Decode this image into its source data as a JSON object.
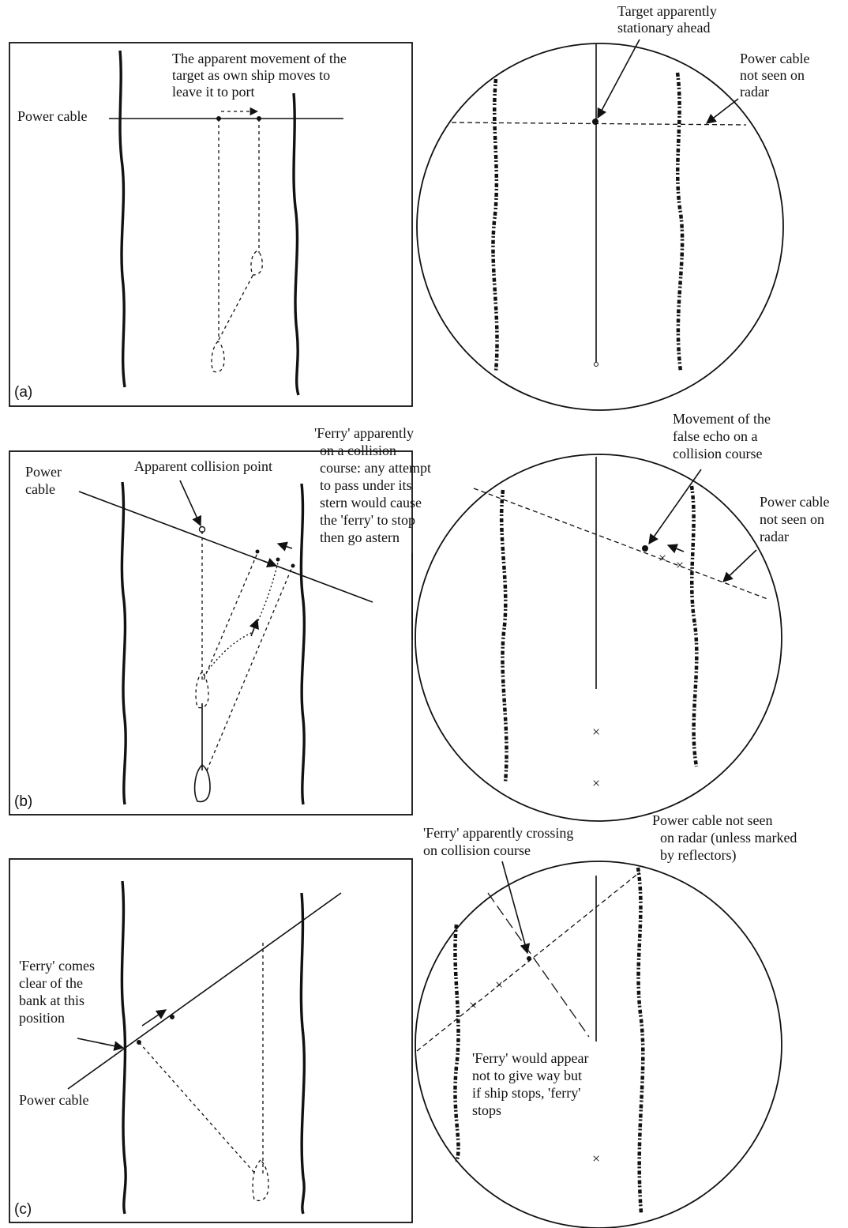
{
  "panels": [
    {
      "id": "a",
      "panel_label": "(a)",
      "power_cable_label": "Power cable",
      "apparent_movement_label": [
        "The apparent movement of the",
        "target as own ship moves to",
        "leave it to port"
      ],
      "target_label": [
        "Target apparently",
        "stationary ahead"
      ],
      "cable_not_seen_label": [
        "Power cable",
        "not seen on",
        "radar"
      ]
    },
    {
      "id": "b",
      "panel_label": "(b)",
      "power_cable_label": [
        "Power",
        "cable"
      ],
      "collision_point_label": "Apparent collision point",
      "ferry_label": [
        "'Ferry' apparently",
        "on a collision",
        "course: any attempt",
        "to pass under its",
        "stern would cause",
        "the 'ferry' to stop",
        "then go astern"
      ],
      "false_echo_label": [
        "Movement of the",
        "false echo on a",
        "collision course"
      ],
      "cable_not_seen_label": [
        "Power cable",
        "not seen on",
        "radar"
      ]
    },
    {
      "id": "c",
      "panel_label": "(c)",
      "power_cable_label": "Power cable",
      "ferry_clear_label": [
        "'Ferry' comes",
        "clear of the",
        "bank at this",
        "position"
      ],
      "ferry_crossing_label": [
        "'Ferry' apparently crossing",
        "on collision course"
      ],
      "cable_not_seen_label": [
        "Power cable not seen",
        "on radar (unless marked",
        "by reflectors)"
      ],
      "ferry_give_way_label": [
        "'Ferry' would appear",
        "not to give way but",
        "if ship stops, 'ferry'",
        "stops"
      ]
    }
  ]
}
